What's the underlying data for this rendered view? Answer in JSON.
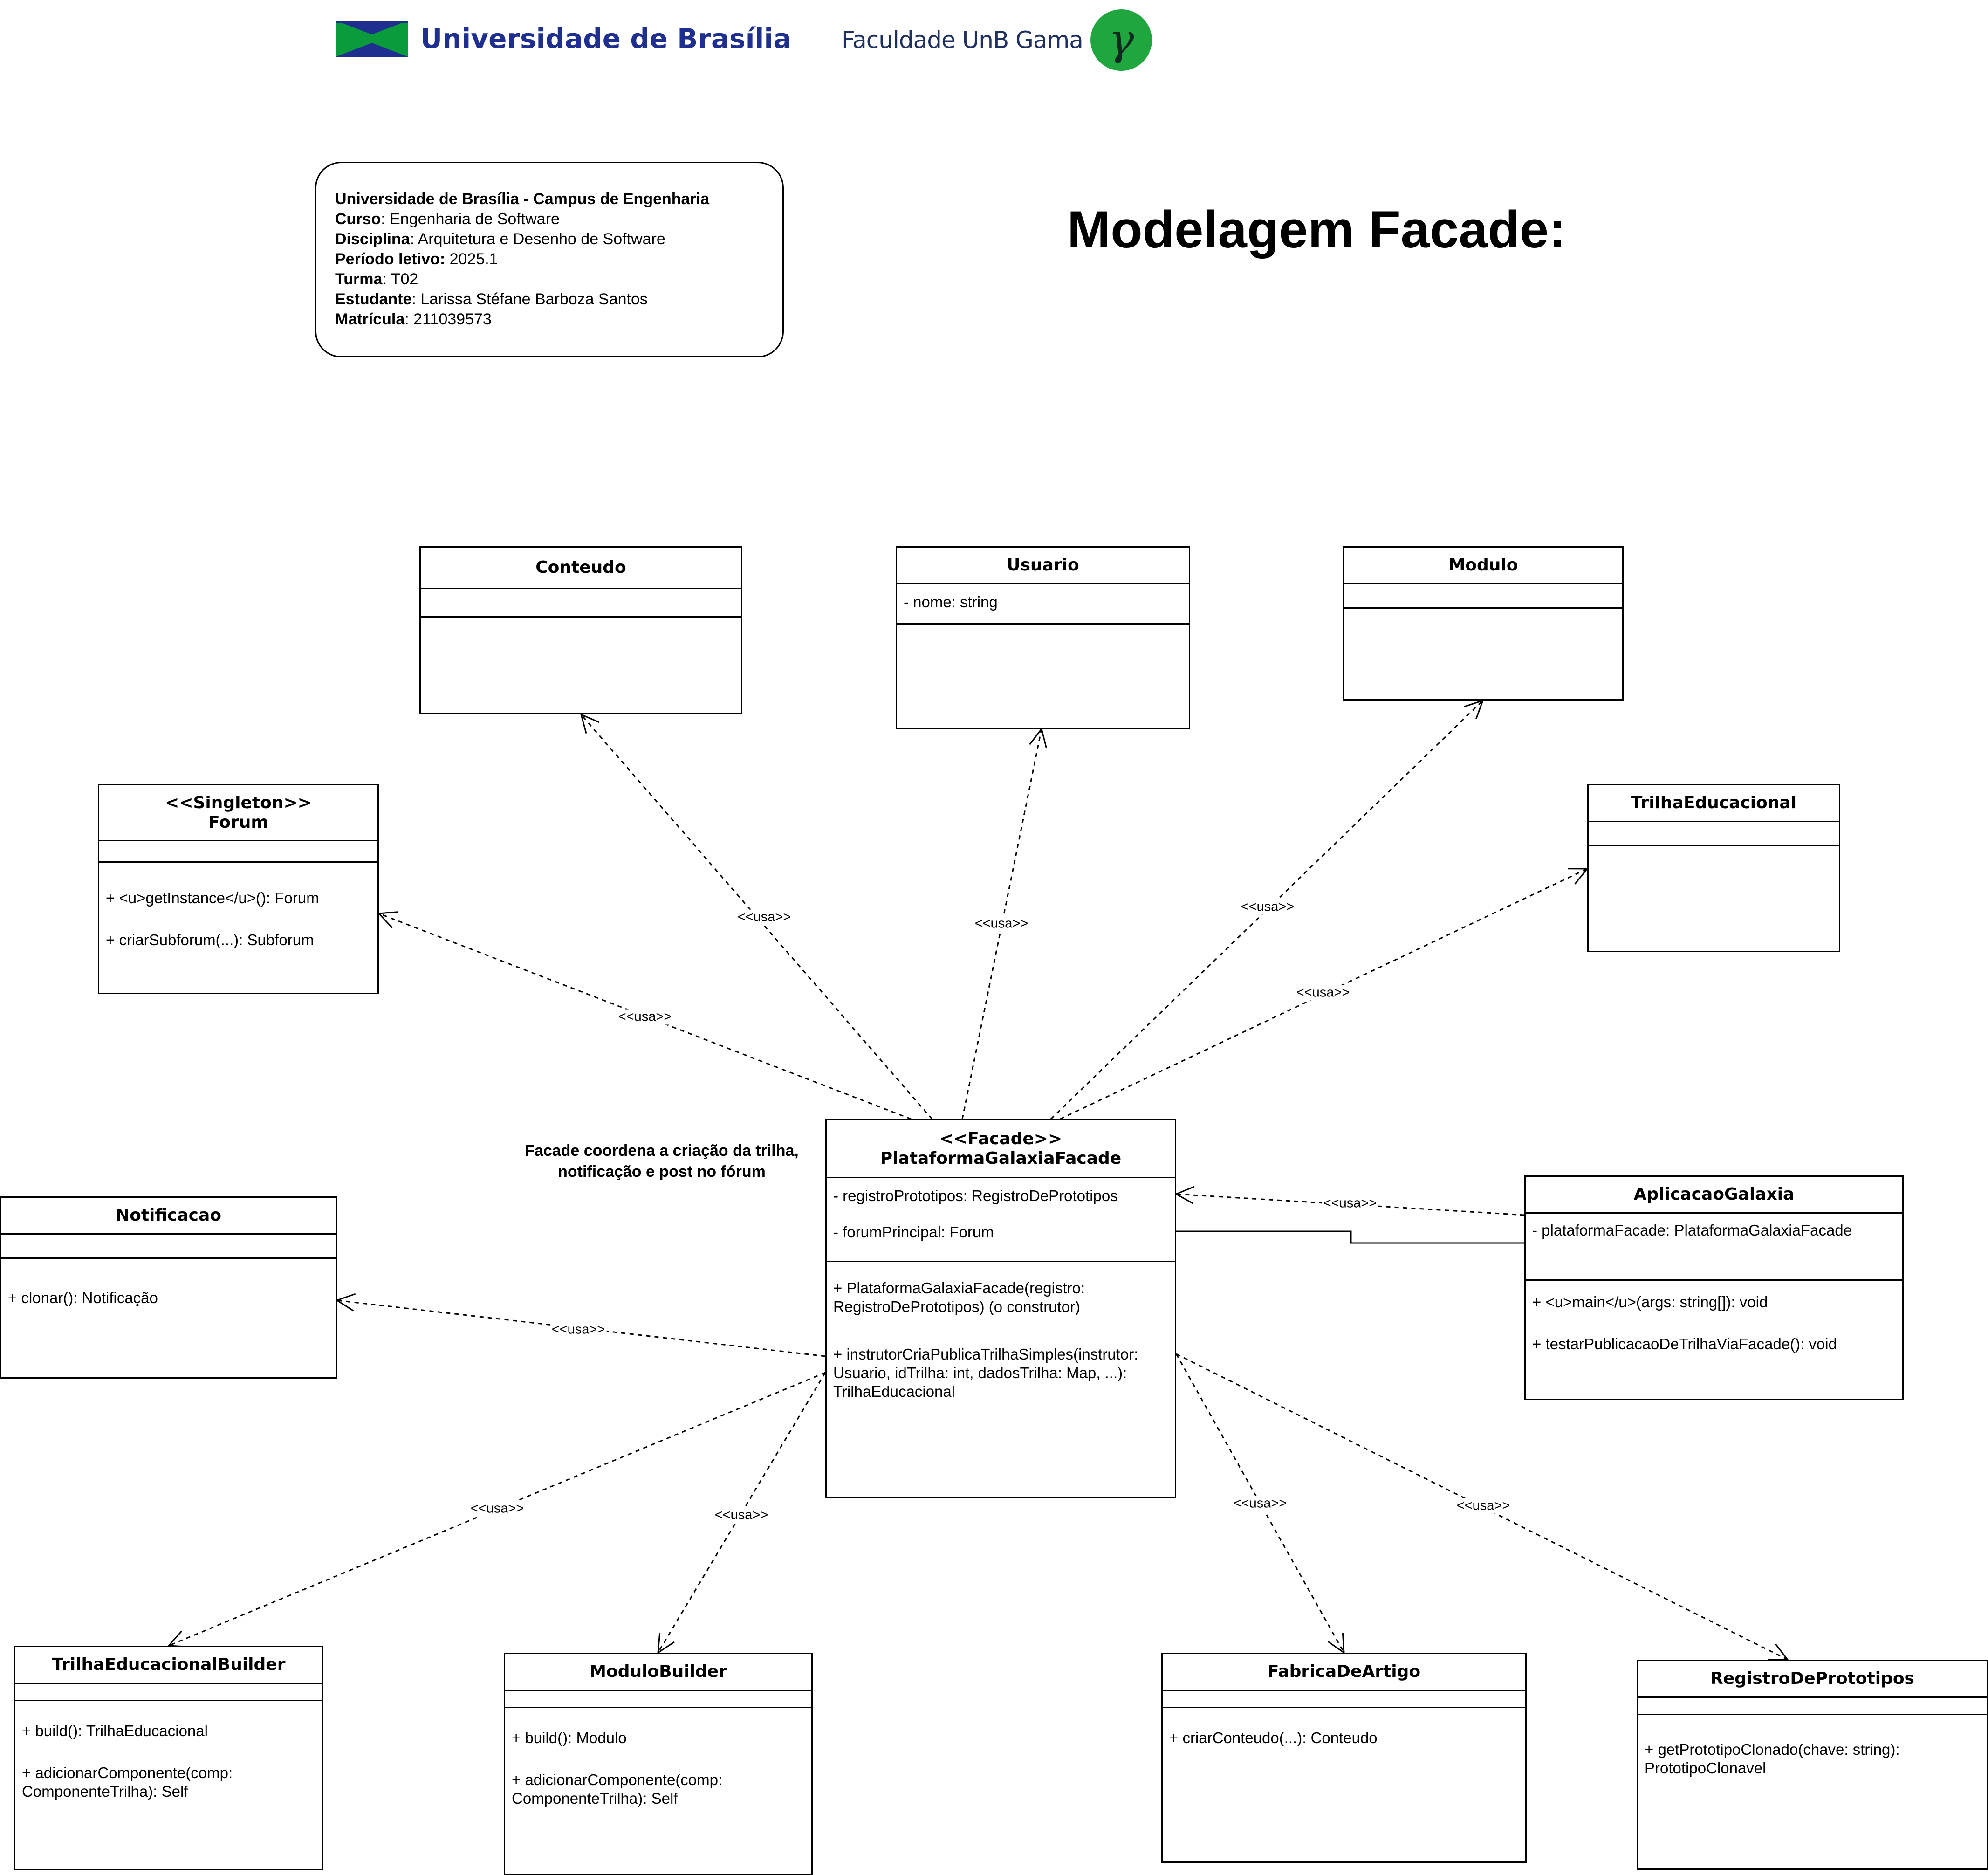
{
  "header": {
    "unb_logo_text": "Universidade de Brasília",
    "fga_logo_text": "Faculdade UnB Gama",
    "fga_symbol": "γ",
    "brand_colors": {
      "unb_green": "#0a9c3c",
      "unb_blue": "#1f2f8f",
      "fga_circle": "#20a63f"
    }
  },
  "info_box": {
    "lines": [
      {
        "label": "Universidade de Brasília - Campus de Engenharia",
        "value": ""
      },
      {
        "label": "Curso",
        "value": ": Engenharia de Software"
      },
      {
        "label": "Disciplina",
        "value": ": Arquitetura e Desenho de Software"
      },
      {
        "label": "Período letivo:",
        "value": " 2025.1"
      },
      {
        "label": "Turma",
        "value": ": T02"
      },
      {
        "label": "Estudante",
        "value": ": Larissa Stéfane Barboza Santos"
      },
      {
        "label": "Matrícula",
        "value": ": 211039573"
      }
    ]
  },
  "diagram_title": "Modelagem Facade:",
  "note": "Facade coordena a criação da trilha, notificação e post no fórum",
  "classes": {
    "conteudo": {
      "stereotype": "",
      "name": "Conteudo",
      "attributes": [],
      "operations": []
    },
    "usuario": {
      "stereotype": "",
      "name": "Usuario",
      "attributes": [
        "- nome: string"
      ],
      "operations": []
    },
    "modulo": {
      "stereotype": "",
      "name": "Modulo",
      "attributes": [],
      "operations": []
    },
    "forum": {
      "stereotype": "<<Singleton>>",
      "name": "Forum",
      "attributes": [],
      "operations": [
        "+ <u>getInstance</u>(): Forum",
        "+ criarSubforum(...): Subforum"
      ]
    },
    "trilha": {
      "stereotype": "",
      "name": "TrilhaEducacional",
      "attributes": [],
      "operations": []
    },
    "facade": {
      "stereotype": "<<Facade>>",
      "name": "PlataformaGalaxiaFacade",
      "attributes": [
        "- registroPrototipos: RegistroDePrototipos",
        "- forumPrincipal: Forum"
      ],
      "operations": [
        "+ PlataformaGalaxiaFacade(registro: RegistroDePrototipos) (o construtor)",
        "+ instrutorCriaPublicaTrilhaSimples(instrutor: Usuario, idTrilha: int, dadosTrilha: Map, ...): TrilhaEducacional"
      ]
    },
    "notificacao": {
      "stereotype": "",
      "name": "Notificacao",
      "attributes": [],
      "operations": [
        "+ clonar(): Notificação"
      ]
    },
    "aplicacao": {
      "stereotype": "",
      "name": "AplicacaoGalaxia",
      "attributes": [
        "- plataformaFacade: PlataformaGalaxiaFacade"
      ],
      "operations": [
        "+  <u>main</u>(args: string[]): void",
        "+ testarPublicacaoDeTrilhaViaFacade(): void"
      ]
    },
    "trilhaBuilder": {
      "stereotype": "",
      "name": "TrilhaEducacionalBuilder",
      "attributes": [],
      "operations": [
        "+ build(): TrilhaEducacional",
        "+ adicionarComponente(comp: ComponenteTrilha): Self"
      ]
    },
    "moduloBuilder": {
      "stereotype": "",
      "name": "ModuloBuilder",
      "attributes": [],
      "operations": [
        "+ build(): Modulo",
        "+ adicionarComponente(comp: ComponenteTrilha): Self"
      ]
    },
    "fabrica": {
      "stereotype": "",
      "name": "FabricaDeArtigo",
      "attributes": [],
      "operations": [
        "+ criarConteudo(...): Conteudo"
      ]
    },
    "registro": {
      "stereotype": "",
      "name": "RegistroDePrototipos",
      "attributes": [],
      "operations": [
        "+ getPrototipoClonado(chave: string): PrototipoClonavel"
      ]
    }
  },
  "relations": [
    {
      "from": "facade",
      "to": "conteudo",
      "type": "dependency",
      "label": "<<usa>>"
    },
    {
      "from": "facade",
      "to": "usuario",
      "type": "dependency",
      "label": "<<usa>>"
    },
    {
      "from": "facade",
      "to": "modulo",
      "type": "dependency",
      "label": "<<usa>>"
    },
    {
      "from": "facade",
      "to": "trilha",
      "type": "dependency",
      "label": "<<usa>>"
    },
    {
      "from": "facade",
      "to": "forum",
      "type": "dependency",
      "label": "<<usa>>"
    },
    {
      "from": "facade",
      "to": "notificacao",
      "type": "dependency",
      "label": "<<usa>>"
    },
    {
      "from": "facade",
      "to": "trilhaBuilder",
      "type": "dependency",
      "label": "<<usa>>"
    },
    {
      "from": "facade",
      "to": "moduloBuilder",
      "type": "dependency",
      "label": "<<usa>>"
    },
    {
      "from": "facade",
      "to": "fabrica",
      "type": "dependency",
      "label": "<<usa>>"
    },
    {
      "from": "facade",
      "to": "registro",
      "type": "dependency",
      "label": "<<usa>>"
    },
    {
      "from": "aplicacao",
      "to": "facade",
      "type": "dependency",
      "label": "<<usa>>"
    },
    {
      "from": "aplicacao",
      "to": "facade",
      "type": "association",
      "label": ""
    }
  ]
}
